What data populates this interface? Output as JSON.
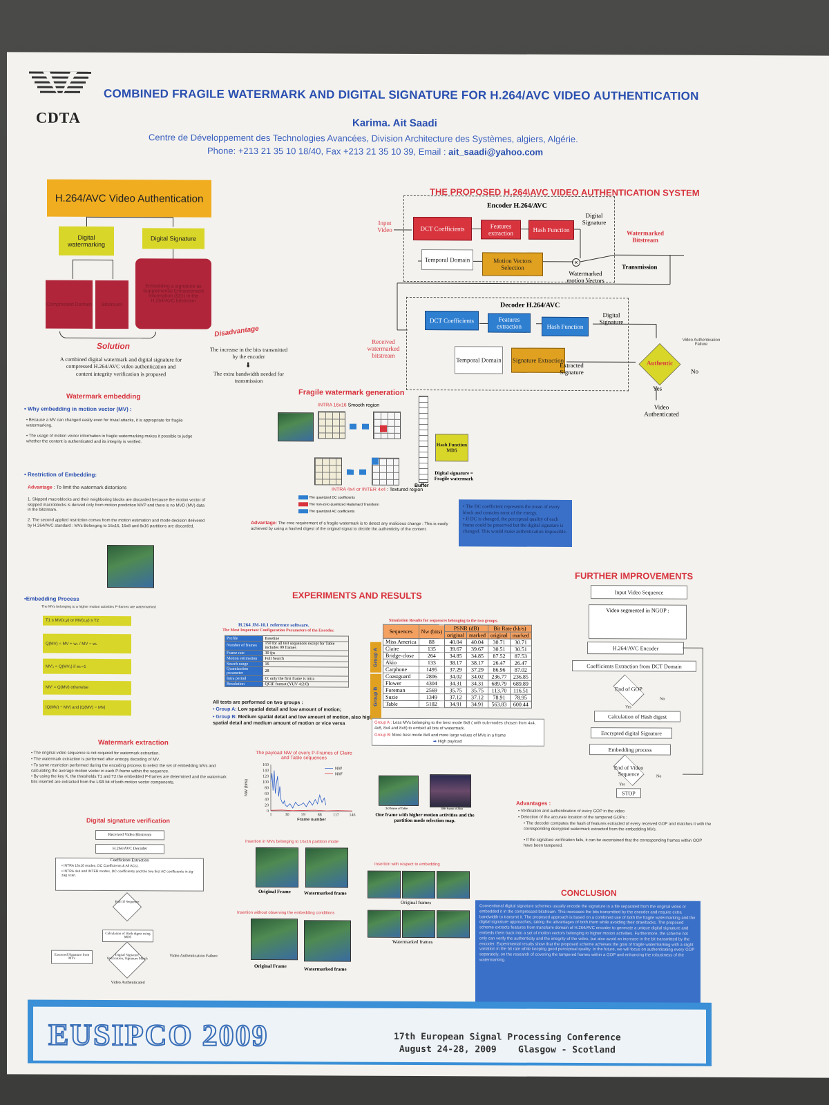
{
  "header": {
    "logo": "CDTA",
    "title": "COMBINED FRAGILE WATERMARK AND DIGITAL SIGNATURE FOR H.264/AVC VIDEO AUTHENTICATION",
    "author": "Karima. Ait Saadi",
    "affiliation": "Centre de Développement des Technologies Avancées, Division Architecture des Systèmes, algiers, Algérie.",
    "phone_fax": "Phone: +213 21 35 10 18/40, Fax +213 21 35 10 39, Email : ",
    "email": "ait_saadi@yahoo.com"
  },
  "left_tree": {
    "root": "H.264/AVC Video Authentication",
    "branch1": "Digital watermarking",
    "branch2": "Digital Signature",
    "leaf1": "Compressed Domain",
    "leaf2": "Bitstream",
    "leaf3": "Embedding a signature as Supplemental Enhancement Information (SEI) in the H.264/AVC bitstream",
    "solution_label": "Solution",
    "solution_text": "A combined digital watermark and digital signature for compressed H.264/AVC video authentication and content integrity verification is proposed",
    "disadvantage_label": "Disadvantage",
    "disadvantage_text1": "The increase in the bits transmitted by the encoder",
    "disadvantage_text2": "The extra bandwidth needed for transmission"
  },
  "watermark_embedding": {
    "title": "Watermark embedding",
    "why_title": "• Why embedding in motion vector (MV) :",
    "why_1": "• Because a MV can changed easily even for trivial attacks, it is appropriate for fragile watermarking.",
    "why_2": "• The usage of motion vector information in fragile watermarking makes it possible to judge whether the content is authenticated and its integrity is verified.",
    "restriction_title": "• Restriction of Embedding:",
    "advantage_label": "Advantage",
    "advantage_text": " : To limit the watermark distortions",
    "restriction_1": "1. Skipped macroblocks and their neighboring blocks are discarded because the motion vector of skipped macroblocks is derived only from motion prediction MVP and there is no MVD (MV) data in the bitstream.",
    "restriction_2": "2. The second applied restriction comes from the motion estimation and mode decision delivered by H.264/AVC standard : MVs Belonging to 16x16, 16x8 and 8x16 partitions are discarded.",
    "process_title": "•Embedding Process",
    "process_sub": "The MVs belonging to a higher motion activities P-frames are watermarked"
  },
  "watermark_extraction": {
    "title": "Watermark extraction",
    "text_1": "• The original video sequence is not required for watermark extraction.",
    "text_2": "• The watermark extraction is performed after entropy decoding of MV.",
    "text_3": "• To same restriction performed during the encoding process to select the set of embedding MVs and calculating the average motion vector in each P-frame within the sequence.",
    "text_4": "• By using the key K, the thresholds T1 and T2 the embedded P-frames are determined and the watermark bits inserted are extracted from the LSB bit of both motion vector components."
  },
  "signature_verification": {
    "title": "Digital signature verification",
    "s1": "Received Video Bitstream",
    "s2": "H.264/AVC Decoder",
    "s3": "Coefficients Extraction",
    "s3a": "• INTRA 16x16 modes, DC Coefficients & All ACs).",
    "s3b": "• INTRA 4x4 and INTER modes, DC coefficients and the two first AC coefficients in zig-zag scan.",
    "s4": "End Of Sequence",
    "s5": "Calculation of Hash digest using MD5",
    "s6": "Extracted Signature from MVs",
    "s7": "Digital Signature Verification, Signature Match",
    "s8": "Video Authentication Failure",
    "s9": "Video Authenticated"
  },
  "system": {
    "title": "THE PROPOSED H.264\\AVC VIDEO AUTHENTICATION SYSTEM",
    "encoder_title": "Encoder H.264/AVC",
    "decoder_title": "Decoder H.264/AVC",
    "input_video": "Input Video",
    "dct": "DCT Coefficients",
    "features": "Features extraction",
    "hash": "Hash Function",
    "digital_signature": "Digital Signature",
    "temporal": "Temporal Domain",
    "mv_selection": "Motion Vectors Selection",
    "watermarked_mv": "Watermarked motion Vectors",
    "watermarked_bitstream": "Watermarked Bitstream",
    "transmission": "Transmission",
    "received": "Received watermarked bitstream",
    "sig_extraction": "Signature Extraction",
    "extracted_sig": "Extracted Signature",
    "authentic": "Authentic",
    "failure": "Video Authentication Failure",
    "no": "No",
    "yes": "Yes",
    "authenticated": "Video Authenticated"
  },
  "fragile": {
    "title": "Fragile watermark generation",
    "intra16": "INTRA 16x16",
    "smooth": " Smooth region",
    "intra4": "INTRA 4x4 or INTER 4x4",
    "textured": " : Textured region",
    "buffer": "Buffer",
    "hash": "Hash Function MD5",
    "digsig": "Digital signature = Fragile watermark",
    "legend1": "The quantized DC coefficients",
    "legend2": "The non-zero quantized Hadamard Transform",
    "legend3": "The quantized AC coefficients",
    "advantage_label": "Advantage:",
    "advantage_text": " The core requirement of a fragile watermark is to detect any malicious change : This is easily achieved by using a hashed digest of the original signal to decide the authenticity of the content.",
    "dc_note_1": "• The DC coefficient represents the mean of every block and contains most of the energy.",
    "dc_note_2": "• If DC is changed, the perceptual quality of each frame could be preserved but the digital signature is changed. This would make authentication impossible."
  },
  "experiments": {
    "title": "EXPERIMENTS AND RESULTS",
    "cfg_title": "H.264 JM-10.1 reference software.",
    "cfg_sub": "The Most Important Configuration Parameters of the Encoder.",
    "cfg_rows": [
      [
        "Profile",
        "Baseline"
      ],
      [
        "Number of frames",
        "150 for all test sequences except for Table includes 99 frames"
      ],
      [
        "Frame rate",
        "30 fps"
      ],
      [
        "Motion estimation",
        "Full Search"
      ],
      [
        "Search range",
        "16"
      ],
      [
        "Quantization parameter",
        "28"
      ],
      [
        "Intra period",
        "O: only the first frame is intra"
      ],
      [
        "Resolution",
        "QCIF format (YUV 4:2:0)"
      ]
    ],
    "groups_intro": "All tests are performed on two groups :",
    "group_a_label": "• Group A:",
    "group_a_text": " Low spatial detail and low amount of motion;",
    "group_b_label": "• Group B:",
    "group_b_text": " Medium spatial detail and low amount of motion, also high spatial detail and medium amount of motion or vice versa",
    "sim_title": "Simulation Results for sequences belonging to the two groups.",
    "col_seq": "Sequences",
    "col_nw": "Nw (bits)",
    "col_psnr": "PSNR (dB)",
    "col_br": "Bit Rate (kb/s)",
    "col_original": "original",
    "col_marked": "marked",
    "group_a": "Group A",
    "group_b": "Group B",
    "rows_a": [
      [
        "Miss America",
        "88",
        "40.04",
        "40.04",
        "30.71",
        "30.71"
      ],
      [
        "Claire",
        "135",
        "39.67",
        "39.67",
        "30.51",
        "30.51"
      ],
      [
        "Bridge-close",
        "264",
        "34.85",
        "34.85",
        "87.52",
        "87.53"
      ],
      [
        "Akio",
        "133",
        "38.17",
        "38.17",
        "26.47",
        "26.47"
      ]
    ],
    "rows_b": [
      [
        "Carphone",
        "1495",
        "37.29",
        "37.29",
        "86.96",
        "87.02"
      ],
      [
        "Coastguard",
        "2806",
        "34.02",
        "34.02",
        "236.77",
        "236.85"
      ],
      [
        "Flower",
        "4304",
        "34.31",
        "34.31",
        "689.79",
        "689.89"
      ],
      [
        "Foreman",
        "2569",
        "35.75",
        "35.75",
        "113.70",
        "116.51"
      ],
      [
        "Suzie",
        "1349",
        "37.12",
        "37.12",
        "78.91",
        "78.95"
      ],
      [
        "Table",
        "5182",
        "34.91",
        "34.91",
        "563.83",
        "600.44"
      ]
    ],
    "note_a_label": "Group A :",
    "note_a": " Less MVs belonging to the best mode 8x8 ( with sub-modes chosen from 4x4, 4x8, 8x4 and 8x8) to embed all bits of watermark.",
    "note_b_label": "Group B:",
    "note_b": " More best mode 8x8 and more large values of MVs in a frame",
    "note_b_arrow": "High payload",
    "payload_title": "The payload NW of every P-Frames of Claire and Table sequences",
    "frame_caption": "One frame with higher motion activities and the partition mode selection map.",
    "cap_table": "3rd frame of Table",
    "cap_claire": "18th frame of Akio",
    "ins16_title": "Insertion in MVs belonging to 16x16 partition mode",
    "original_frame": "Original Frame",
    "watermarked_frame": "Watermarked frame",
    "ins_emb_title": "Insertion with respect to embedding",
    "original_frames": "Original frames",
    "watermarked_frames": "Watermarked frames",
    "ins_no_title": "Insertion without observing the embedding conditions"
  },
  "chart_data": {
    "type": "line",
    "title": "The payload NW of every P-Frames of Claire and Table sequences",
    "xlabel": "Frame number",
    "ylabel": "NW (bits)",
    "x_ticks": [
      1,
      30,
      59,
      88,
      117,
      146
    ],
    "y_ticks": [
      0,
      20,
      40,
      60,
      80,
      100,
      120,
      140,
      160
    ],
    "ylim": [
      0,
      160
    ],
    "xlim": [
      1,
      146
    ],
    "series": [
      {
        "name": "NW",
        "x": [
          1,
          3,
          5,
          7,
          9,
          11,
          13,
          15,
          17,
          19,
          21,
          23,
          25,
          27,
          30,
          35,
          40,
          45,
          50,
          55,
          59,
          64,
          70,
          75,
          80,
          84,
          88,
          92,
          96,
          99
        ],
        "values": [
          100,
          130,
          70,
          140,
          60,
          95,
          120,
          50,
          85,
          40,
          30,
          25,
          35,
          20,
          15,
          25,
          10,
          30,
          18,
          22,
          28,
          15,
          35,
          20,
          40,
          25,
          55,
          30,
          45,
          20
        ]
      },
      {
        "name": "NW'",
        "x": [
          1,
          20,
          40,
          60,
          80,
          100,
          120,
          146
        ],
        "values": [
          2,
          3,
          1,
          2,
          3,
          1,
          2,
          1
        ]
      }
    ]
  },
  "further": {
    "title": "FURTHER IMPROVEMENTS",
    "f1": "Input Video Sequence",
    "f2": "Video segmented in NGOP :",
    "f3": "H.264/AVC Encoder",
    "f4": "Coefficients Extraction from DCT Domain",
    "f5": "End of GOP",
    "f6": "Calculation of Hash digest",
    "f7": "Encrypted digital Signature",
    "f8": "Embedding process",
    "f9": "End of Video Sequence",
    "f10": "STOP",
    "yes": "Yes",
    "no": "No",
    "adv_title": "Advantages :",
    "adv_1": "• Verification and authentication of every GOP in the video",
    "adv_2": "• Detection of the accurate location of the tampered GOPs :",
    "adv_3": "• The decoder computes the hash of features extracted of every received GOP and matches it with the corresponding decrypted watermark extracted from the embedding MVs.",
    "adv_4": "• If the signature verification fails, it can be ascertained that the corresponding frames within GOP have been tampered."
  },
  "conclusion": {
    "title": "CONCLUSION",
    "text": "Conventional digital signature schemes usually encode the signature in a file separated from the original video or embedded it in the compressed bitstream. This increases the bits transmitted by the encoder and require extra bandwidth to transmit it. The proposed approach is based on a combined use of both the fragile watermarking and the digital signature approaches, taking the advantages of both them while avoiding their drawbacks. The proposed scheme extracts features from transform domain of H.264/AVC encoder to generate a unique digital signature and embeds them back into a set of motion vectors belonging to higher motion activities. Furthermore, the scheme not only can verify the authenticity and the integrity of the video, but also avoid an increase in the bit transmitted by the encoder. Experimental results show that the proposed scheme achieves the goal of fragile watermarking with a slight variation in the bit rate while keeping good perceptual quality. In the future, we will focus on authenticating every GOP separately, on the research of covering the tampered frames within a GOP and enhancing the robustness of the watermarking."
  },
  "footer": {
    "logo": "EUSIPCO 2009",
    "line1": "17th European Signal Processing Conference",
    "line2": "August 24-28, 2009    Glasgow - Scotland"
  },
  "colors": {
    "title_blue": "#2a4fb0",
    "section_red": "#d8343e",
    "accent_orange": "#f0ad20",
    "accent_yellow": "#d9d62a",
    "box_blue": "#2f7fd1"
  }
}
